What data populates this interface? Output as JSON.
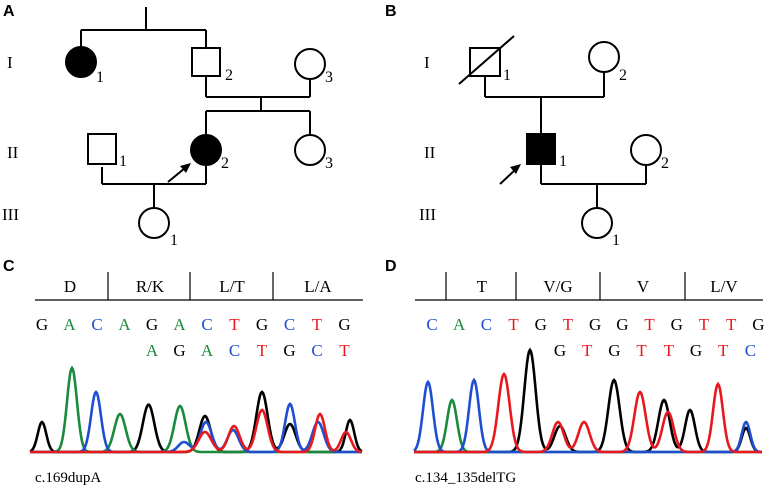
{
  "panels": {
    "A": {
      "letter": "A",
      "generations": [
        "I",
        "II",
        "III"
      ],
      "individuals": [
        {
          "id": "A-I-1",
          "label": "1",
          "sex": "female",
          "affected": true,
          "deceased": false,
          "proband": false
        },
        {
          "id": "A-I-2",
          "label": "2",
          "sex": "male",
          "affected": false,
          "deceased": false,
          "proband": false
        },
        {
          "id": "A-I-3",
          "label": "3",
          "sex": "female",
          "affected": false,
          "deceased": false,
          "proband": false
        },
        {
          "id": "A-II-1",
          "label": "1",
          "sex": "male",
          "affected": false,
          "deceased": false,
          "proband": false
        },
        {
          "id": "A-II-2",
          "label": "2",
          "sex": "female",
          "affected": true,
          "deceased": false,
          "proband": true
        },
        {
          "id": "A-II-3",
          "label": "3",
          "sex": "female",
          "affected": false,
          "deceased": false,
          "proband": false
        },
        {
          "id": "A-III-1",
          "label": "1",
          "sex": "female",
          "affected": false,
          "deceased": false,
          "proband": false
        }
      ]
    },
    "B": {
      "letter": "B",
      "generations": [
        "I",
        "II",
        "III"
      ],
      "individuals": [
        {
          "id": "B-I-1",
          "label": "1",
          "sex": "male",
          "affected": false,
          "deceased": true,
          "proband": false
        },
        {
          "id": "B-I-2",
          "label": "2",
          "sex": "female",
          "affected": false,
          "deceased": false,
          "proband": false
        },
        {
          "id": "B-II-1",
          "label": "1",
          "sex": "male",
          "affected": true,
          "deceased": false,
          "proband": true
        },
        {
          "id": "B-II-2",
          "label": "2",
          "sex": "female",
          "affected": false,
          "deceased": false,
          "proband": false
        },
        {
          "id": "B-III-1",
          "label": "1",
          "sex": "female",
          "affected": false,
          "deceased": false,
          "proband": false
        }
      ]
    },
    "C": {
      "letter": "C",
      "amino_acids": [
        "D",
        "R/K",
        "L/T",
        "L/A"
      ],
      "reference_sequence": [
        "G",
        "A",
        "C",
        "A",
        "G",
        "A",
        "C",
        "T",
        "G",
        "C",
        "T",
        "G"
      ],
      "mutant_sequence": [
        "A",
        "G",
        "A",
        "C",
        "T",
        "G",
        "C",
        "T"
      ],
      "mutation": "c.169dupA"
    },
    "D": {
      "letter": "D",
      "amino_acids": [
        "T",
        "V/G",
        "V",
        "L/V"
      ],
      "reference_sequence": [
        "C",
        "A",
        "C",
        "T",
        "G",
        "T",
        "G",
        "G",
        "T",
        "G",
        "T",
        "T",
        "G"
      ],
      "mutant_sequence": [
        "G",
        "T",
        "G",
        "T",
        "T",
        "G",
        "T",
        "C"
      ],
      "mutation": "c.134_135delTG"
    }
  },
  "colors": {
    "A": "#1a8a3c",
    "C": "#1f4fd0",
    "G": "#000000",
    "T": "#e8191e"
  }
}
